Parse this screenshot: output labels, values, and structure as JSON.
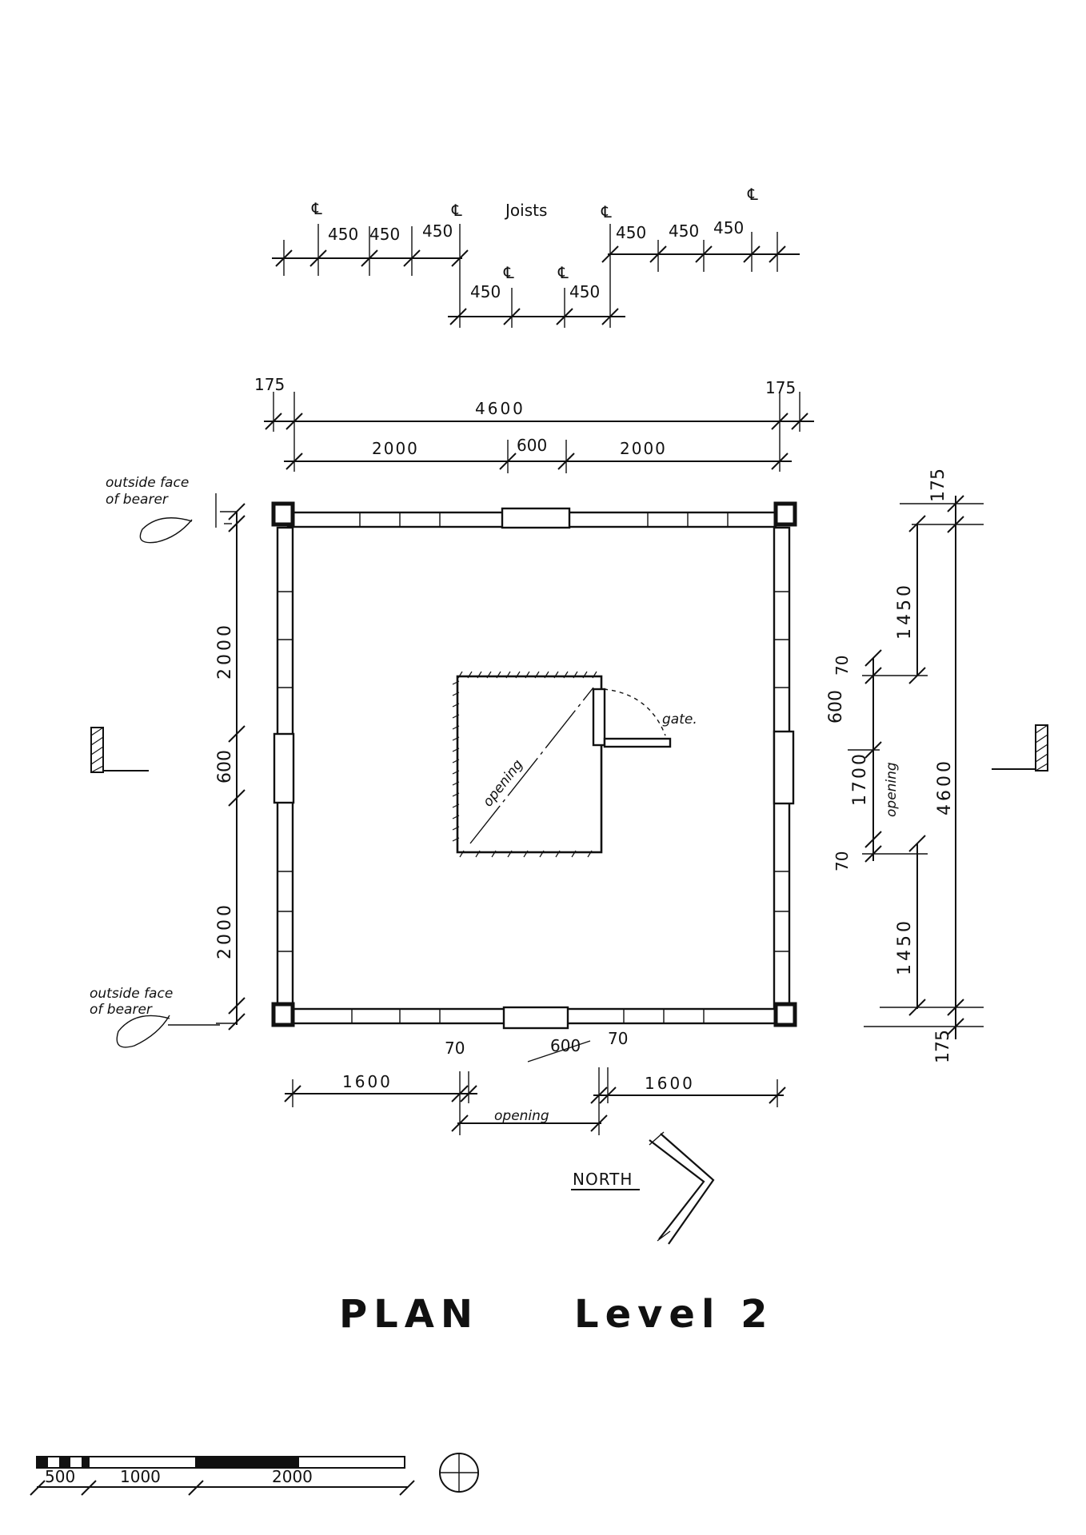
{
  "title": {
    "plan": "PLAN",
    "level": "Level 2"
  },
  "joists": {
    "heading": "Joists",
    "cl": "℄",
    "left_spacings": [
      "450",
      "450",
      "450"
    ],
    "middle_spacings": [
      "450",
      "450"
    ],
    "right_spacings": [
      "450",
      "450",
      "450"
    ]
  },
  "top_dims": {
    "left_end": "175",
    "right_end": "175",
    "overall": "4600",
    "left_bay": "2000",
    "opening": "600",
    "right_bay": "2000"
  },
  "left_dims": {
    "upper": "2000",
    "opening": "600",
    "lower": "2000"
  },
  "right_dims": {
    "top_end": "175",
    "upper": "1450",
    "post_top": "70",
    "gap": "600",
    "opening": "1700",
    "opening_label": "opening",
    "post_bottom": "70",
    "lower": "1450",
    "bottom_end": "175",
    "overall": "4600"
  },
  "bottom_dims": {
    "left": "1600",
    "post_left": "70",
    "gap": "600",
    "post_right": "70",
    "right": "1600",
    "opening_label": "opening"
  },
  "notes": {
    "bearer_top_1": "outside face",
    "bearer_top_2": "of bearer",
    "bearer_bottom_1": "outside face",
    "bearer_bottom_2": "of bearer",
    "hatch_opening": "opening",
    "gate": "gate."
  },
  "north": "NORTH",
  "scale_bar": {
    "label_1": "500",
    "label_2": "1000",
    "label_3": "2000"
  }
}
